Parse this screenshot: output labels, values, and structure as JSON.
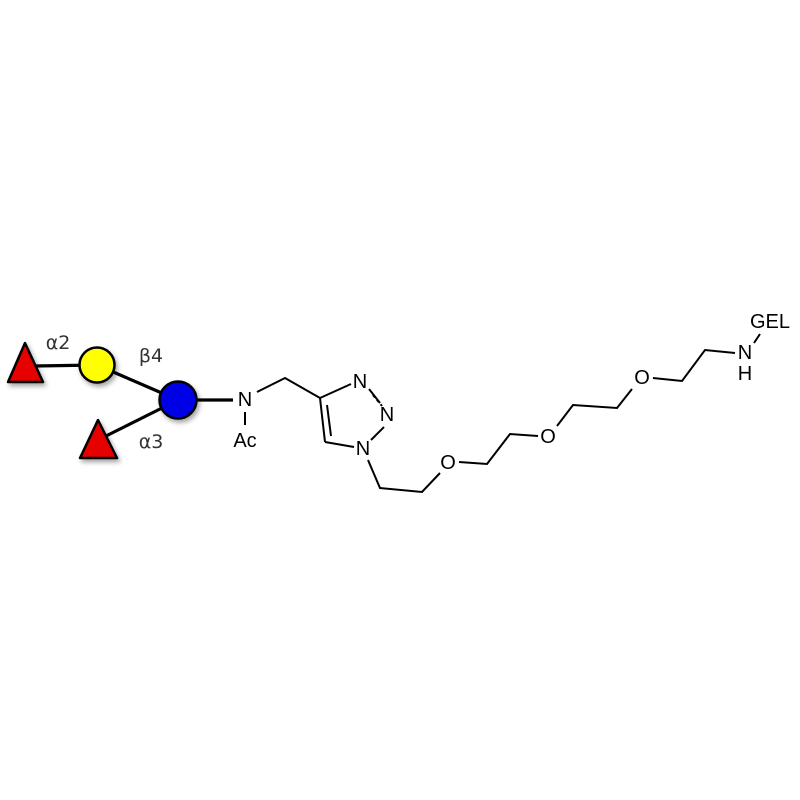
{
  "glycan": {
    "residues": [
      {
        "name": "fucose-a2",
        "shape": "triangle",
        "color": "#e60000"
      },
      {
        "name": "galactose",
        "shape": "circle",
        "color": "#ffff00"
      },
      {
        "name": "glcnac",
        "shape": "circle",
        "color": "#0000e6"
      },
      {
        "name": "fucose-a3",
        "shape": "triangle",
        "color": "#e60000"
      }
    ],
    "linkages": {
      "a2": "α2",
      "b4": "β4",
      "a3": "α3"
    }
  },
  "atoms": {
    "n_amide": "N",
    "ac": "Ac",
    "n3": "N",
    "n2": "N",
    "n1": "N",
    "o1": "O",
    "o2": "O",
    "o3": "O",
    "nh_n": "N",
    "nh_h": "H",
    "gel": "GEL"
  }
}
